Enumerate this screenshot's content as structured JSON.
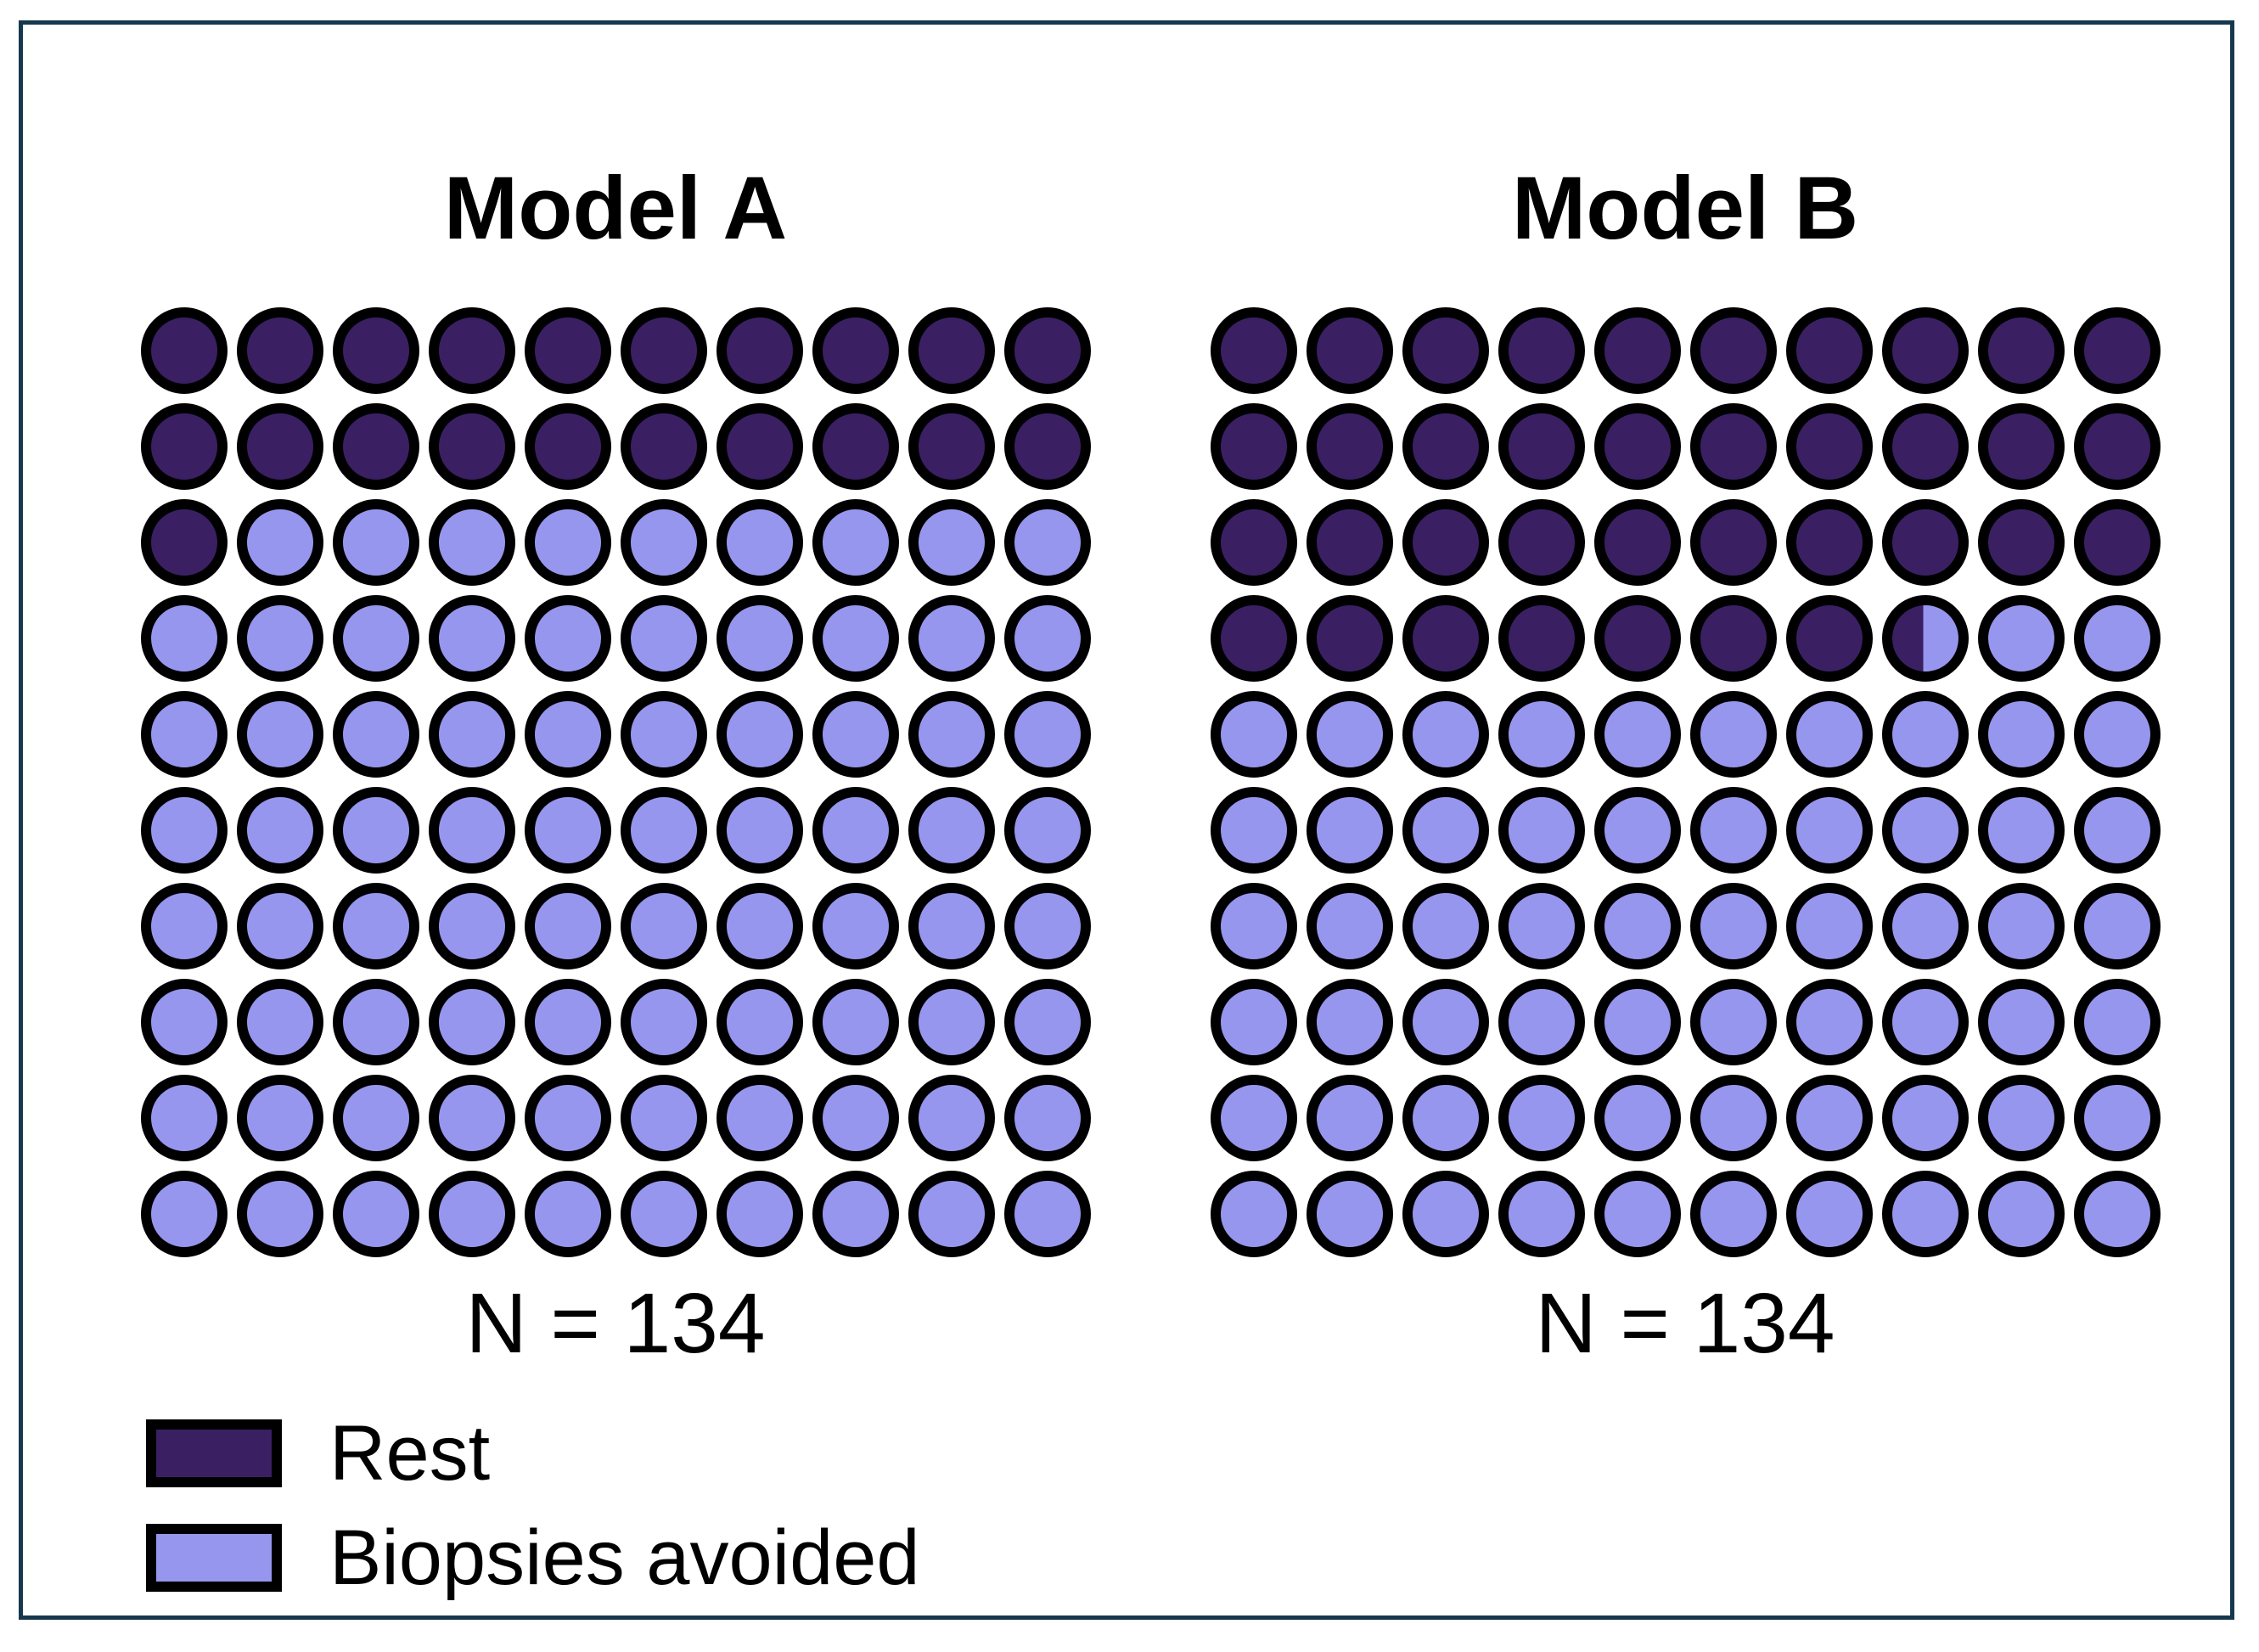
{
  "colors": {
    "rest": "#3A2063",
    "avoided": "#9796EE",
    "dot_stroke": "#000000",
    "frame": "#16384E",
    "text": "#000000"
  },
  "panels": [
    {
      "title": "Model A",
      "n_label": "N = 134",
      "grid": [
        "DDDDDDDDDD",
        "DDDDDDDDDD",
        "DLLLLLLLLL",
        "LLLLLLLLLL",
        "LLLLLLLLLL",
        "LLLLLLLLLL",
        "LLLLLLLLLL",
        "LLLLLLLLLL",
        "LLLLLLLLLL",
        "LLLLLLLLLL"
      ]
    },
    {
      "title": "Model B",
      "n_label": "N = 134",
      "grid": [
        "DDDDDDDDDD",
        "DDDDDDDDDD",
        "DDDDDDDDDD",
        "DDDDDDDPLL",
        "LLLLLLLLLL",
        "LLLLLLLLLL",
        "LLLLLLLLLL",
        "LLLLLLLLLL",
        "LLLLLLLLLL",
        "LLLLLLLLLL"
      ]
    }
  ],
  "legend": [
    {
      "label": "Rest",
      "color_key": "rest"
    },
    {
      "label": "Biopsies avoided",
      "color_key": "avoided"
    }
  ],
  "chart_data": {
    "type": "waffle",
    "title": "",
    "legend_entries": [
      "Rest",
      "Biopsies avoided"
    ],
    "legend_position": "bottom-left",
    "grid_shape": {
      "rows": 10,
      "columns": 10,
      "circle_unit_percent": 1
    },
    "panels": [
      {
        "title": "Model A",
        "n": 134,
        "n_label": "N = 134",
        "series": [
          {
            "name": "Rest",
            "circles": 21,
            "percent": 21
          },
          {
            "name": "Biopsies avoided",
            "circles": 79,
            "percent": 79
          }
        ]
      },
      {
        "title": "Model B",
        "n": 134,
        "n_label": "N = 134",
        "series": [
          {
            "name": "Rest",
            "circles": 37.5,
            "percent": 37.5
          },
          {
            "name": "Biopsies avoided",
            "circles": 62.5,
            "percent": 62.5
          }
        ],
        "partial_circle": {
          "row": 4,
          "column": 8,
          "dark_fraction": 0.47,
          "split_orientation": "vertical-left-dark"
        }
      }
    ],
    "fill_order": "top-left, row by row"
  }
}
